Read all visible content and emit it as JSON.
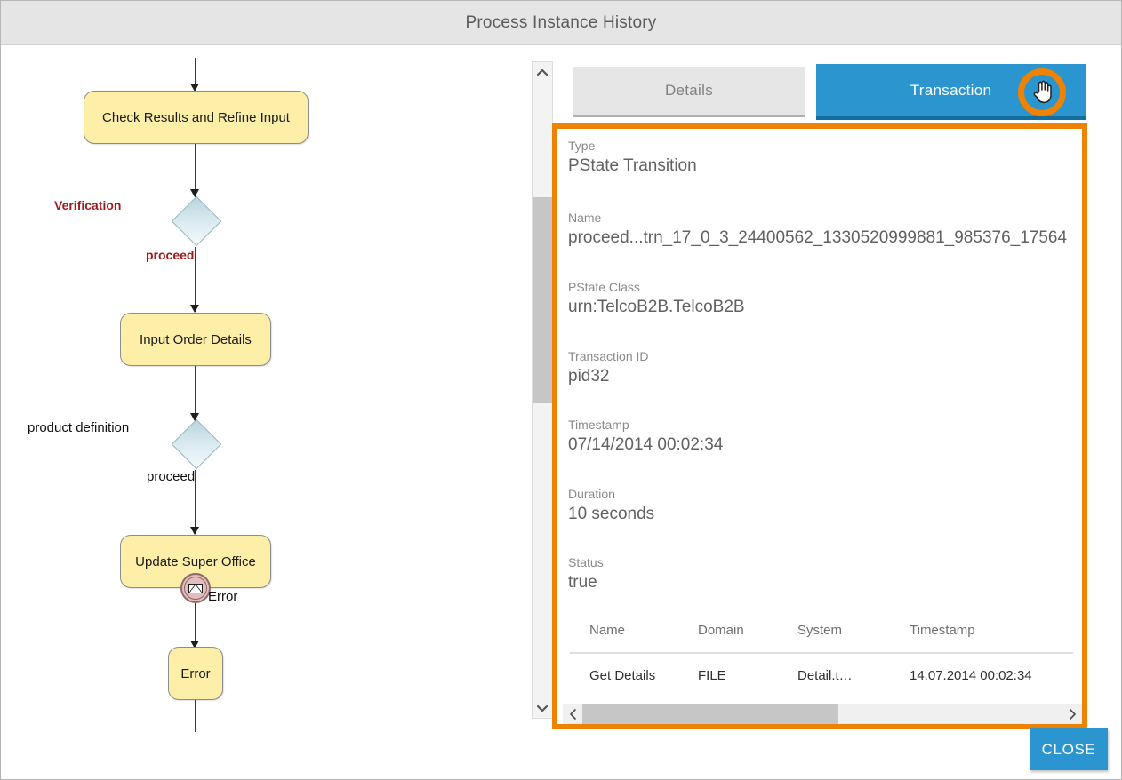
{
  "window": {
    "title": "Process Instance History",
    "close_label": "CLOSE"
  },
  "colors": {
    "accent_blue": "#2b95cf",
    "highlight_orange": "#ef8200",
    "node_fill": "#fdeea8",
    "gateway_fill": "#d7e8ee",
    "label_red": "#9e1b1b",
    "titlebar_gray": "#e5e5e5"
  },
  "tabs": [
    {
      "label": "Details",
      "active": false
    },
    {
      "label": "Transaction",
      "active": true
    }
  ],
  "diagram": {
    "nodes": [
      {
        "label": "Check Results and Refine Input"
      },
      {
        "label": "Input Order Details"
      },
      {
        "label": "Update Super Office"
      },
      {
        "label": "Error"
      }
    ],
    "edge_labels": [
      {
        "text": "Verification",
        "style": "red-bold"
      },
      {
        "text": "proceed",
        "style": "red-bold"
      },
      {
        "text": "product definition",
        "style": "black"
      },
      {
        "text": "proceed",
        "style": "black"
      },
      {
        "text": "Error",
        "style": "black"
      }
    ],
    "error_event_icon": "envelope-icon"
  },
  "details": {
    "fields": [
      {
        "label": "Type",
        "value": "PState Transition"
      },
      {
        "label": "Name",
        "value": "proceed...trn_17_0_3_24400562_1330520999881_985376_17564"
      },
      {
        "label": "PState Class",
        "value": "urn:TelcoB2B.TelcoB2B"
      },
      {
        "label": "Transaction ID",
        "value": "pid32"
      },
      {
        "label": "Timestamp",
        "value": "07/14/2014 00:02:34"
      },
      {
        "label": "Duration",
        "value": "10 seconds"
      },
      {
        "label": "Status",
        "value": "true"
      }
    ],
    "table": {
      "columns": [
        "Name",
        "Domain",
        "System",
        "Timestamp"
      ],
      "rows": [
        [
          "Get Details",
          "FILE",
          "Detail.t…",
          "14.07.2014 00:02:34"
        ]
      ]
    }
  },
  "scrollbars": {
    "vertical": {
      "up_icon": "chevron-up-icon",
      "down_icon": "chevron-down-icon"
    },
    "horizontal": {
      "left_icon": "chevron-left-icon",
      "right_icon": "chevron-right-icon"
    }
  }
}
